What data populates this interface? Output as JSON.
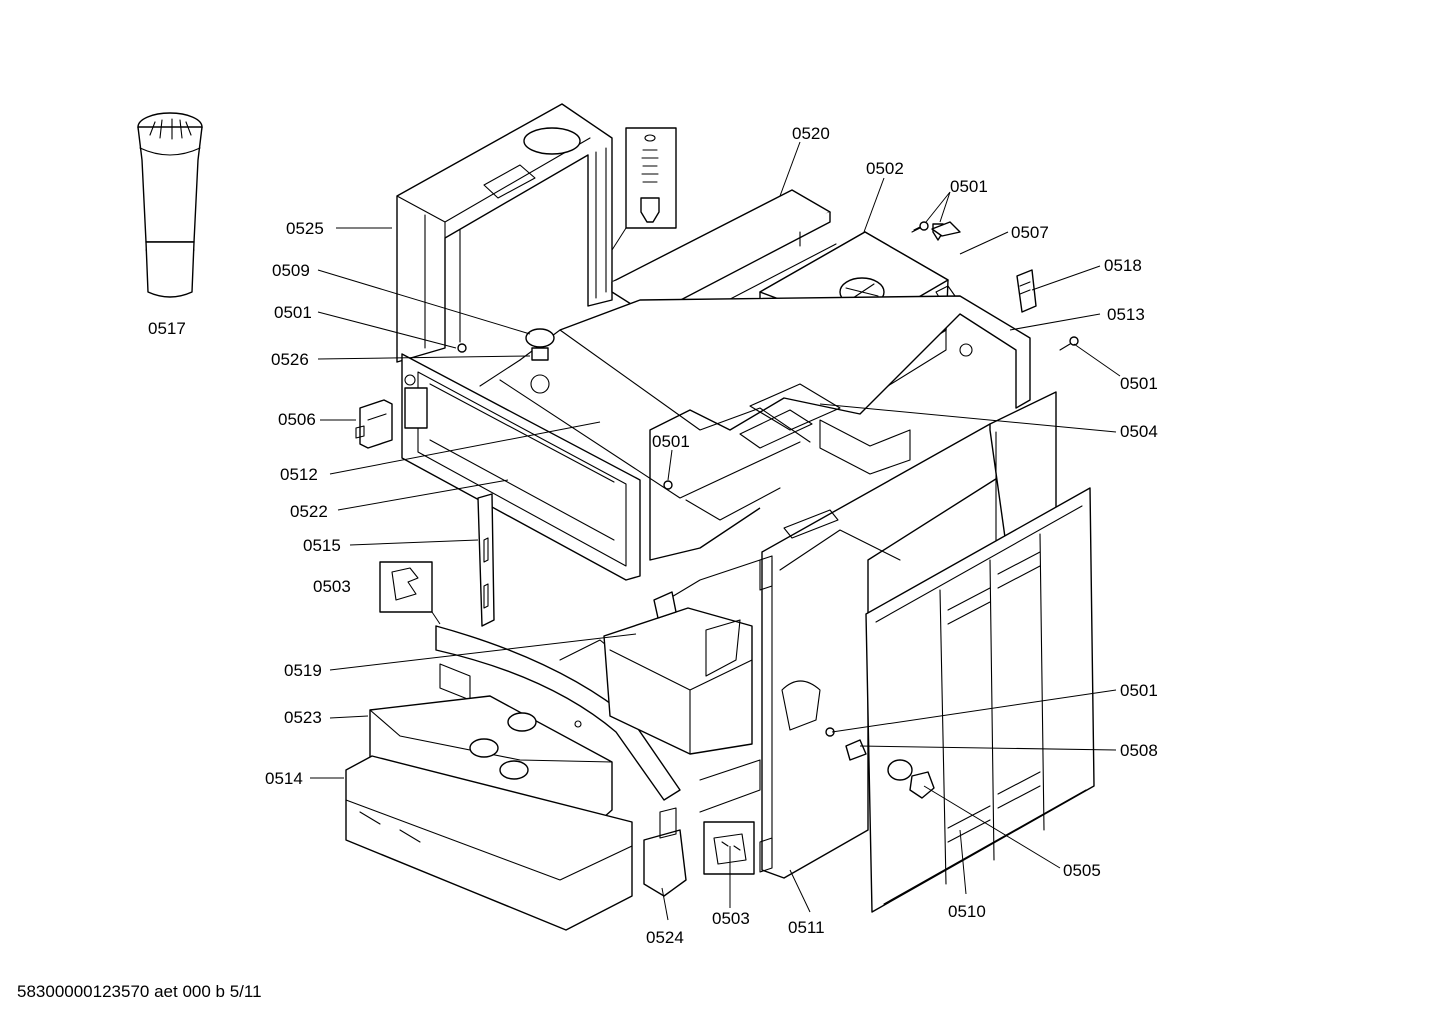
{
  "callouts": {
    "c0517": "0517",
    "c0525": "0525",
    "c0509": "0509",
    "c0501_a": "0501",
    "c0526": "0526",
    "c0506": "0506",
    "c0512": "0512",
    "c0522": "0522",
    "c0515": "0515",
    "c0503_a": "0503",
    "c0519": "0519",
    "c0523": "0523",
    "c0514": "0514",
    "c0524": "0524",
    "c0503_b": "0503",
    "c0511": "0511",
    "c0510": "0510",
    "c0505": "0505",
    "c0508": "0508",
    "c0501_b": "0501",
    "c0504": "0504",
    "c0501_c": "0501",
    "c0513": "0513",
    "c0518": "0518",
    "c0507": "0507",
    "c0501_d": "0501",
    "c0502": "0502",
    "c0520": "0520",
    "c0501_e": "0501"
  },
  "footer": {
    "document_code": "58300000123570 aet 000 b 5/11"
  }
}
